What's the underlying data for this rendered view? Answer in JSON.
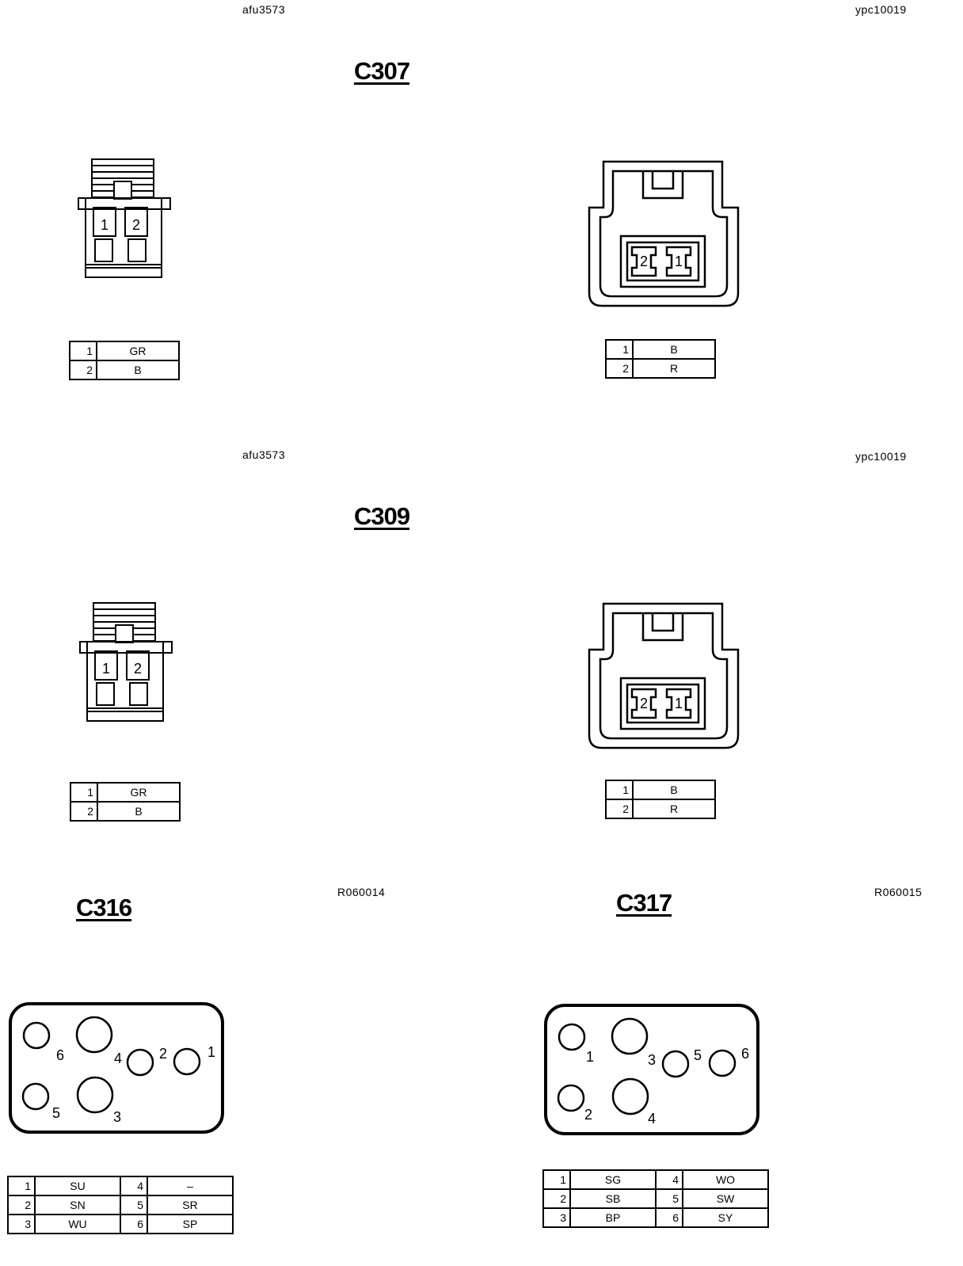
{
  "sections": {
    "c307": {
      "title": "C307",
      "left_ref": "afu3573",
      "right_ref": "ypc10019",
      "left_table": [
        {
          "pin": "1",
          "color": "GR"
        },
        {
          "pin": "2",
          "color": "B"
        }
      ],
      "right_table": [
        {
          "pin": "1",
          "color": "B"
        },
        {
          "pin": "2",
          "color": "R"
        }
      ]
    },
    "c309": {
      "title": "C309",
      "left_ref": "afu3573",
      "right_ref": "ypc10019",
      "left_table": [
        {
          "pin": "1",
          "color": "GR"
        },
        {
          "pin": "2",
          "color": "B"
        }
      ],
      "right_table": [
        {
          "pin": "1",
          "color": "B"
        },
        {
          "pin": "2",
          "color": "R"
        }
      ]
    },
    "c316": {
      "title": "C316",
      "ref": "R060014",
      "pin_labels": [
        "1",
        "2",
        "3",
        "4",
        "5",
        "6"
      ],
      "table": [
        {
          "pin_a": "1",
          "color_a": "SU",
          "pin_b": "4",
          "color_b": "–"
        },
        {
          "pin_a": "2",
          "color_a": "SN",
          "pin_b": "5",
          "color_b": "SR"
        },
        {
          "pin_a": "3",
          "color_a": "WU",
          "pin_b": "6",
          "color_b": "SP"
        }
      ]
    },
    "c317": {
      "title": "C317",
      "ref": "R060015",
      "pin_labels": [
        "1",
        "2",
        "3",
        "4",
        "5",
        "6"
      ],
      "table": [
        {
          "pin_a": "1",
          "color_a": "SG",
          "pin_b": "4",
          "color_b": "WO"
        },
        {
          "pin_a": "2",
          "color_a": "SB",
          "pin_b": "5",
          "color_b": "SW"
        },
        {
          "pin_a": "3",
          "color_a": "BP",
          "pin_b": "6",
          "color_b": "SY"
        }
      ]
    }
  },
  "small_connector_pins": [
    "1",
    "2"
  ]
}
